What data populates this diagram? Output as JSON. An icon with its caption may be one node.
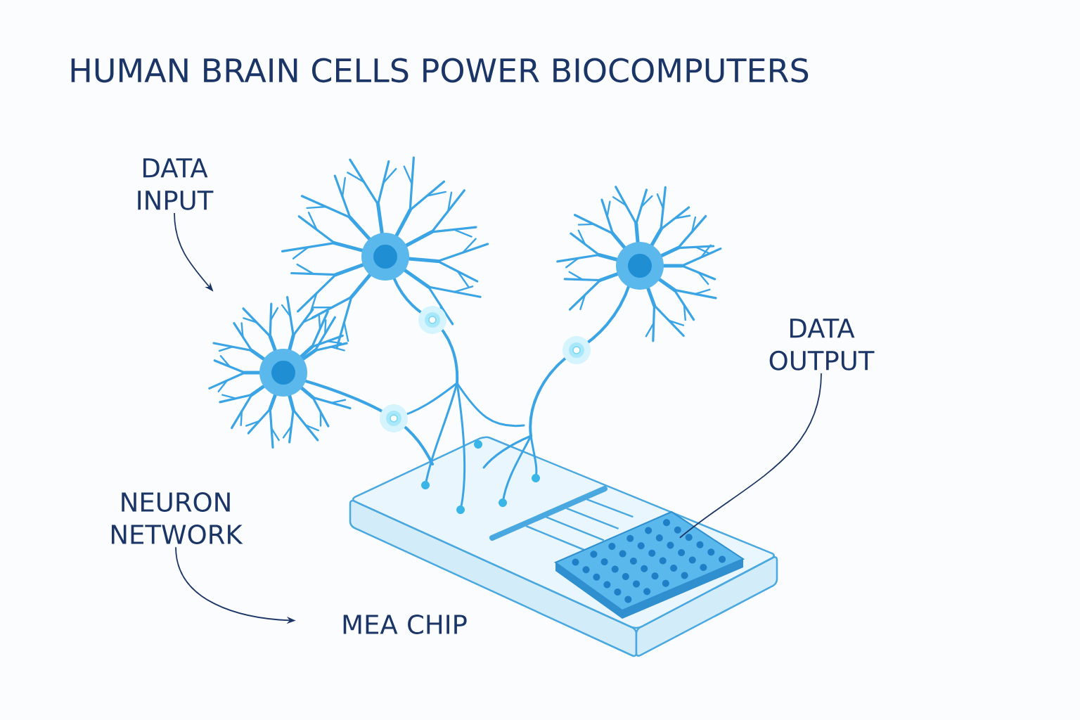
{
  "diagram": {
    "title": "HUMAN BRAIN CELLS POWER BIOCOMPUTERS",
    "nodes": [
      {
        "text": [
          "DATA INPUT"
        ]
      },
      {
        "text": [],
        "shape": "picture"
      },
      {
        "text": [
          "NEURON NETWORK"
        ]
      },
      {
        "text": [
          "MEA CHIP"
        ]
      },
      {
        "text": [
          "DATA OUTPUT"
        ]
      },
      {
        "text": [],
        "shape": "box"
      }
    ],
    "edges": [
      {
        "from": 0,
        "to": 1,
        "arrow": "to"
      },
      {
        "from": 2,
        "to": 3,
        "arrow": "to"
      },
      {
        "from": 4,
        "to": 5,
        "arrow": "none"
      }
    ]
  }
}
